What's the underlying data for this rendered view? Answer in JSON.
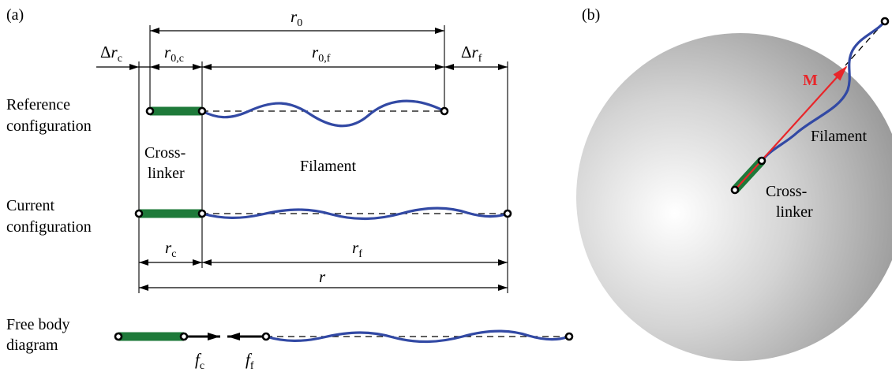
{
  "panels": {
    "a": {
      "tag": "(a)",
      "rows": {
        "reference": [
          "Reference",
          "configuration"
        ],
        "current": [
          "Current",
          "configuration"
        ],
        "free_body": [
          "Free body",
          "diagram"
        ]
      },
      "crosslinker": [
        "Cross-",
        "linker"
      ],
      "filament": "Filament",
      "dimensions": {
        "r0": {
          "base": "r",
          "sub": "0"
        },
        "dr_c": {
          "delta": "Δ",
          "base": "r",
          "sub": "c"
        },
        "r0c": {
          "base": "r",
          "sub": "0,c"
        },
        "r0f": {
          "base": "r",
          "sub": "0,f"
        },
        "dr_f": {
          "delta": "Δ",
          "base": "r",
          "sub": "f"
        },
        "rc": {
          "base": "r",
          "sub": "c"
        },
        "rf": {
          "base": "r",
          "sub": "f"
        },
        "r": {
          "base": "r"
        }
      },
      "forces": {
        "fc": {
          "base": "f",
          "sub": "c"
        },
        "ff": {
          "base": "f",
          "sub": "f"
        }
      }
    },
    "b": {
      "tag": "(b)",
      "moment": "M",
      "filament": "Filament",
      "crosslinker": [
        "Cross-",
        "linker"
      ]
    }
  },
  "colors": {
    "filament": "#3249a4",
    "crosslinker": "#1e7a3a",
    "moment_arrow": "#e8262a",
    "sphere_light": "#ffffff",
    "sphere_dark": "#8c8c8c"
  }
}
